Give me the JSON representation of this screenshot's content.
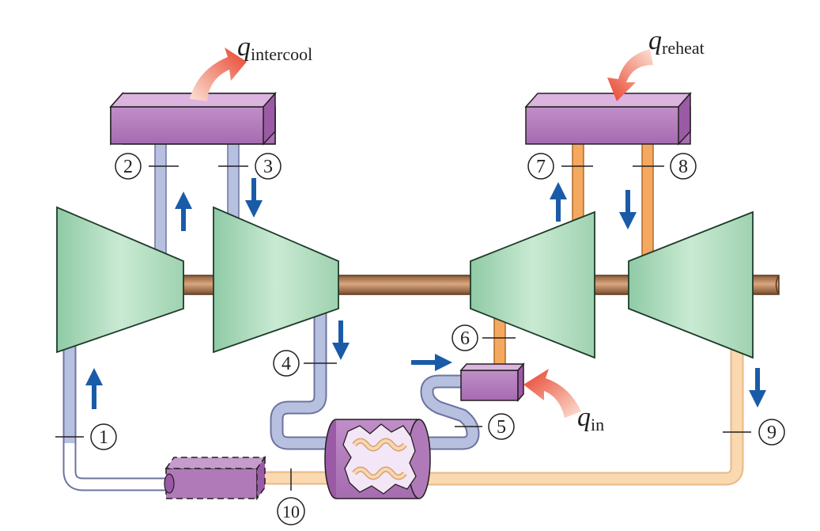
{
  "heat_labels": {
    "intercool": {
      "symbol": "q",
      "subscript": "intercool"
    },
    "reheat": {
      "symbol": "q",
      "subscript": "reheat"
    },
    "in": {
      "symbol": "q",
      "subscript": "in"
    }
  },
  "states": [
    "1",
    "2",
    "3",
    "4",
    "5",
    "6",
    "7",
    "8",
    "9",
    "10"
  ],
  "colors": {
    "turbomachine": "#a8d8b8",
    "shaft": "#b07a55",
    "exchanger": "#b07ab8",
    "cold_pipe": "#b8c0e0",
    "hot_pipe": "#f5a860",
    "warm_pipe": "#fad8b0",
    "flow_arrow": "#1a5ba8",
    "heat_arrow": "#e8502a"
  }
}
